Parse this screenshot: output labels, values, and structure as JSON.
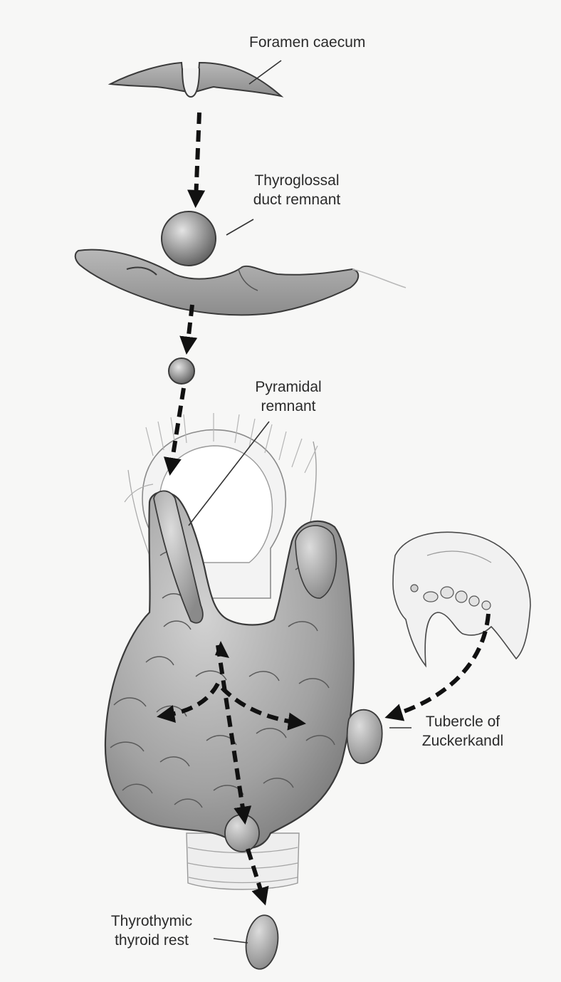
{
  "labels": {
    "foramen_caecum": "Foramen caecum",
    "thyroglossal_line1": "Thyroglossal",
    "thyroglossal_line2": "duct remnant",
    "pyramidal_line1": "Pyramidal",
    "pyramidal_line2": "remnant",
    "tubercle_line1": "Tubercle of",
    "tubercle_line2": "Zuckerkandl",
    "thyrothymic_line1": "Thyrothymic",
    "thyrothymic_line2": "thyroid rest"
  },
  "colors": {
    "background": "#f7f7f6",
    "tissue_fill": "#9c9c9c",
    "tissue_dark": "#6f6f6f",
    "tissue_light": "#c9c9c9",
    "outline": "#3a3a3a",
    "arrow": "#111111",
    "label_text": "#2b2b2b"
  }
}
